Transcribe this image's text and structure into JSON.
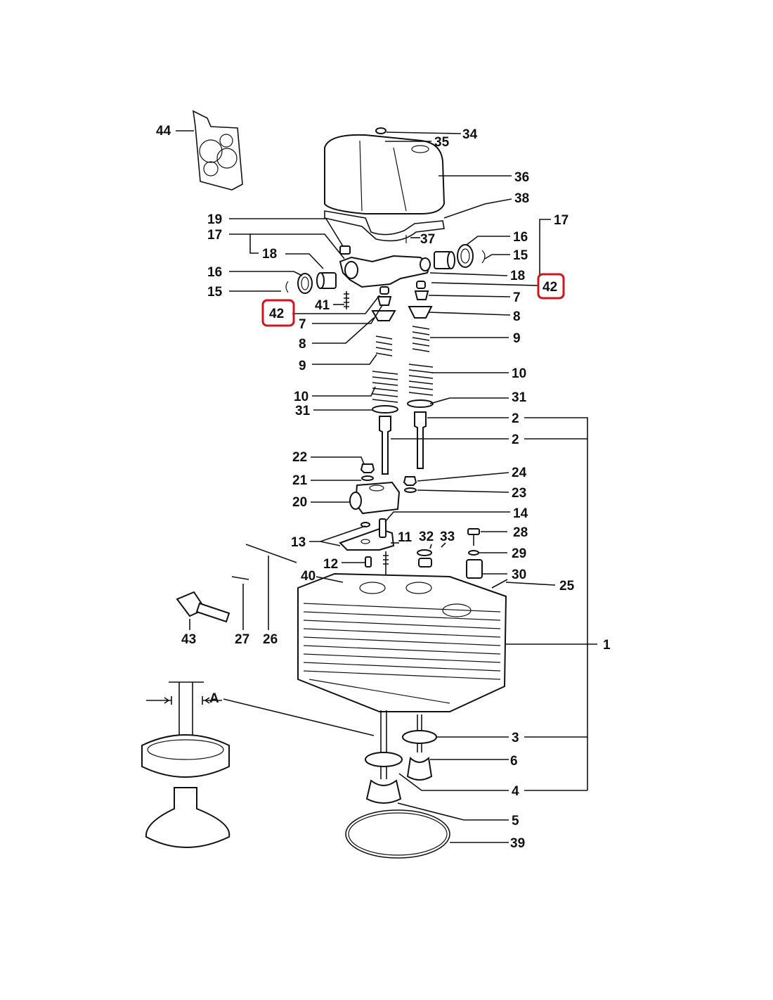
{
  "diagram": {
    "labels": {
      "l44": "44",
      "l34": "34",
      "l35": "35",
      "l36": "36",
      "l38": "38",
      "l19": "19",
      "l17a": "17",
      "l18a": "18",
      "l16a": "16",
      "l15a": "15",
      "l41": "41",
      "l42a": "42",
      "l7a": "7",
      "l8a": "8",
      "l9a": "9",
      "l10a": "10",
      "l31a": "31",
      "l17b": "17",
      "l16b": "16",
      "l15b": "15",
      "l37": "37",
      "l18b": "18",
      "l42b": "42",
      "l7b": "7",
      "l8b": "8",
      "l9b": "9",
      "l10b": "10",
      "l31b": "31",
      "l2a": "2",
      "l2b": "2",
      "l22": "22",
      "l21": "21",
      "l20": "20",
      "l24": "24",
      "l23": "23",
      "l14": "14",
      "l13": "13",
      "l11": "11",
      "l12": "12",
      "l32": "32",
      "l33": "33",
      "l28": "28",
      "l29": "29",
      "l30": "30",
      "l40": "40",
      "l25": "25",
      "l43": "43",
      "l27": "27",
      "l26": "26",
      "l1": "1",
      "lA": "A",
      "l3": "3",
      "l6": "6",
      "l4": "4",
      "l5": "5",
      "l39": "39"
    },
    "highlight_color": "#d0141c"
  }
}
